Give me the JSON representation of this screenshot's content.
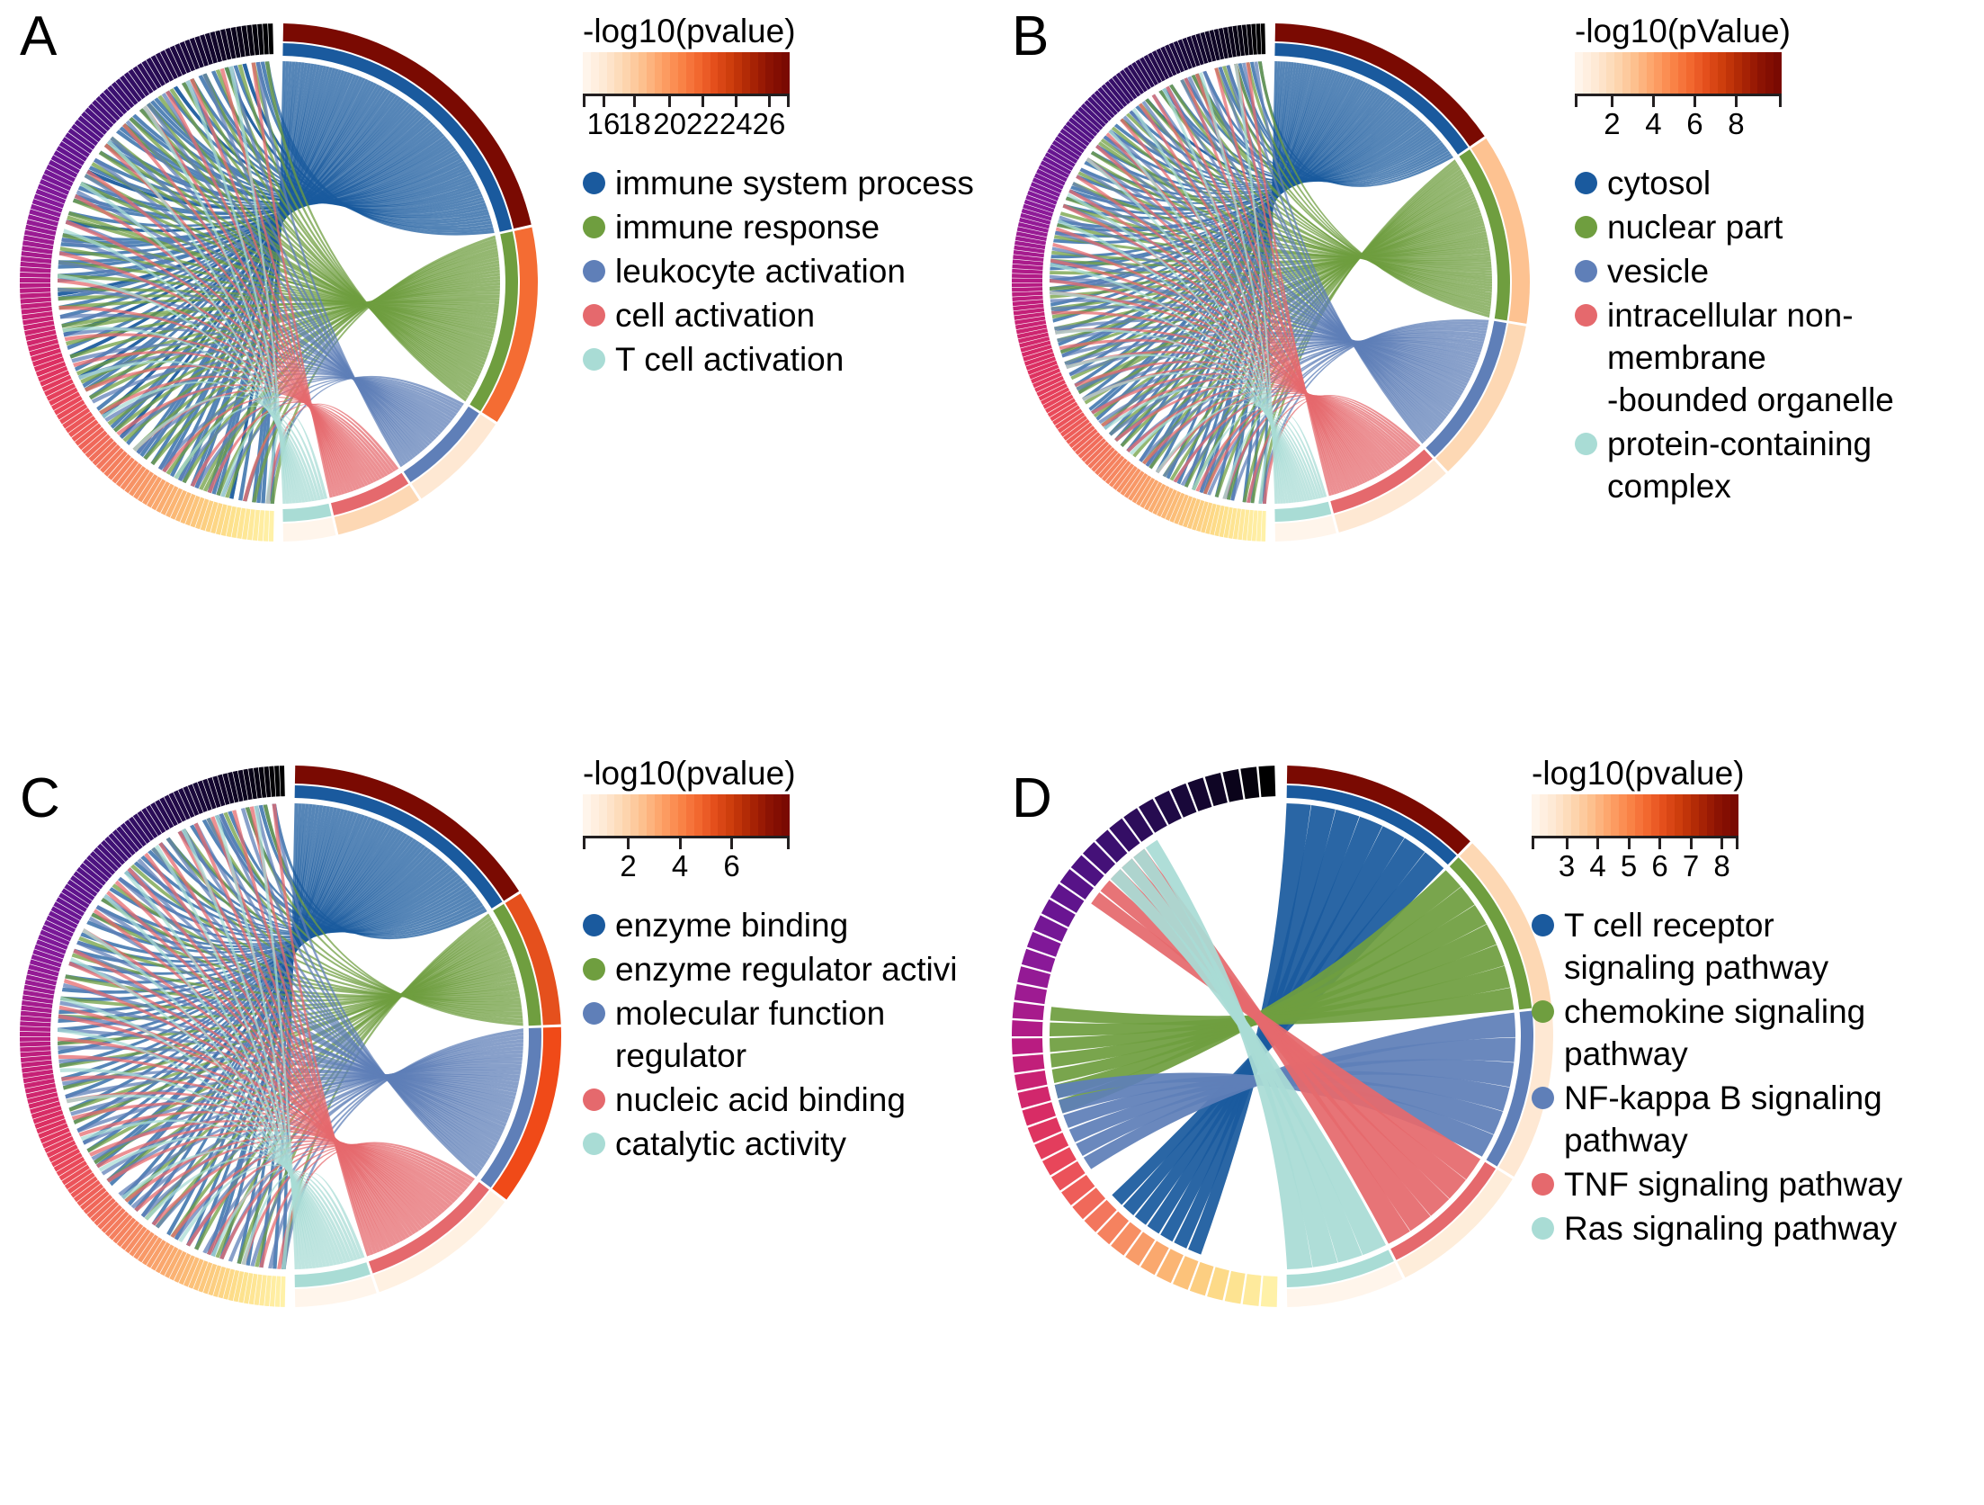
{
  "figure": {
    "type": "multi-panel-chord-diagram",
    "panel_count": 4,
    "background": "#ffffff"
  },
  "term_palette": {
    "c1": "#1a5a9e",
    "c2": "#6f9e3f",
    "c3": "#5f7fb8",
    "c4": "#e5696d",
    "c5": "#a9dcd5"
  },
  "heat_scale": [
    "#fff5eb",
    "#fee8d3",
    "#fdd8b4",
    "#fdc291",
    "#fda66d",
    "#fb8a4e",
    "#f46c33",
    "#e5501d",
    "#cc3c0c",
    "#ad2705",
    "#8f1403",
    "#7a0a02"
  ],
  "gene_ring_scale": [
    "#fff1a8",
    "#fde08b",
    "#fcc27a",
    "#f9a26b",
    "#f5825f",
    "#ef6359",
    "#e8465a",
    "#dc2f62",
    "#c92273",
    "#b51b84",
    "#9e1b92",
    "#85199a",
    "#6a1592",
    "#521385",
    "#3b1070",
    "#290c55",
    "#19083a",
    "#0c0420",
    "#000000"
  ],
  "panels": [
    {
      "id": "A",
      "letter": "A",
      "colorbar": {
        "title": "-log10(pvalue)",
        "ticks": [
          "16",
          "18",
          "20",
          "22",
          "24",
          "26"
        ],
        "tick_positions": [
          10,
          25,
          42,
          58,
          74,
          90
        ]
      },
      "legend_items": [
        {
          "label": "immune system process",
          "color": "#1a5a9e"
        },
        {
          "label": "immune response",
          "color": "#6f9e3f"
        },
        {
          "label": "leukocyte activation",
          "color": "#5f7fb8"
        },
        {
          "label": "cell activation",
          "color": "#e5696d"
        },
        {
          "label": "T cell activation",
          "color": "#a9dcd5"
        }
      ],
      "chord_data": {
        "type": "chord",
        "terms": [
          {
            "name": "immune system process",
            "color": "#1a5a9e",
            "span_deg": 78,
            "pvalue": 26.5,
            "heat": "#7a0a02"
          },
          {
            "name": "immune response",
            "color": "#6f9e3f",
            "span_deg": 46,
            "pvalue": 24.0,
            "heat": "#f46c33"
          },
          {
            "name": "leukocyte activation",
            "color": "#5f7fb8",
            "span_deg": 24,
            "pvalue": 18.0,
            "heat": "#fee8d3"
          },
          {
            "name": "cell activation",
            "color": "#e5696d",
            "span_deg": 20,
            "pvalue": 17.5,
            "heat": "#fdd8b4"
          },
          {
            "name": "T cell activation",
            "color": "#a9dcd5",
            "span_deg": 12,
            "pvalue": 16.0,
            "heat": "#fff5eb"
          }
        ],
        "gene_count": 150,
        "ribbon_density": "very-high"
      }
    },
    {
      "id": "B",
      "letter": "B",
      "colorbar": {
        "title": "-log10(pValue)",
        "ticks": [
          "2",
          "4",
          "6",
          "8"
        ],
        "tick_positions": [
          18,
          38,
          58,
          78
        ]
      },
      "legend_items": [
        {
          "label": "cytosol",
          "color": "#1a5a9e"
        },
        {
          "label": "nuclear part",
          "color": "#6f9e3f"
        },
        {
          "label": "vesicle",
          "color": "#5f7fb8"
        },
        {
          "label": "intracellular non-membrane\n-bounded organelle",
          "color": "#e5696d"
        },
        {
          "label": "protein-containing complex",
          "color": "#a9dcd5"
        }
      ],
      "chord_data": {
        "type": "chord",
        "terms": [
          {
            "name": "cytosol",
            "color": "#1a5a9e",
            "span_deg": 56,
            "pvalue": 8.6,
            "heat": "#7a0a02"
          },
          {
            "name": "nuclear part",
            "color": "#6f9e3f",
            "span_deg": 44,
            "pvalue": 3.0,
            "heat": "#fdc291"
          },
          {
            "name": "vesicle",
            "color": "#5f7fb8",
            "span_deg": 38,
            "pvalue": 2.6,
            "heat": "#fdd8b4"
          },
          {
            "name": "intracellular non-membrane-bounded organelle",
            "color": "#e5696d",
            "span_deg": 28,
            "pvalue": 2.2,
            "heat": "#fee8d3"
          },
          {
            "name": "protein-containing complex",
            "color": "#a9dcd5",
            "span_deg": 14,
            "pvalue": 1.8,
            "heat": "#fff5eb"
          }
        ],
        "gene_count": 170,
        "ribbon_density": "very-high"
      }
    },
    {
      "id": "C",
      "letter": "C",
      "colorbar": {
        "title": "-log10(pvalue)",
        "ticks": [
          "2",
          "4",
          "6"
        ],
        "tick_positions": [
          22,
          47,
          72
        ]
      },
      "legend_items": [
        {
          "label": "enzyme binding",
          "color": "#1a5a9e"
        },
        {
          "label": "enzyme regulator activi",
          "color": "#6f9e3f"
        },
        {
          "label": "molecular function\nregulator",
          "color": "#5f7fb8"
        },
        {
          "label": "nucleic acid binding",
          "color": "#e5696d"
        },
        {
          "label": "catalytic activity",
          "color": "#a9dcd5"
        }
      ],
      "chord_data": {
        "type": "chord",
        "terms": [
          {
            "name": "enzyme binding",
            "color": "#1a5a9e",
            "span_deg": 58,
            "pvalue": 7.2,
            "heat": "#7a0a02"
          },
          {
            "name": "enzyme regulator activity",
            "color": "#6f9e3f",
            "span_deg": 30,
            "pvalue": 5.0,
            "heat": "#e5501d"
          },
          {
            "name": "molecular function regulator",
            "color": "#5f7fb8",
            "span_deg": 40,
            "pvalue": 4.6,
            "heat": "#f04a18"
          },
          {
            "name": "nucleic acid binding",
            "color": "#e5696d",
            "span_deg": 34,
            "pvalue": 2.0,
            "heat": "#fff1e2"
          },
          {
            "name": "catalytic activity",
            "color": "#a9dcd5",
            "span_deg": 18,
            "pvalue": 1.6,
            "heat": "#fff5eb"
          }
        ],
        "gene_count": 160,
        "ribbon_density": "high"
      }
    },
    {
      "id": "D",
      "letter": "D",
      "colorbar": {
        "title": "-log10(pvalue)",
        "ticks": [
          "3",
          "4",
          "5",
          "6",
          "7",
          "8"
        ],
        "tick_positions": [
          17,
          32,
          47,
          62,
          77,
          92
        ]
      },
      "legend_items": [
        {
          "label": "T cell receptor\nsignaling pathway",
          "color": "#1a5a9e"
        },
        {
          "label": "chemokine signaling pathway",
          "color": "#6f9e3f"
        },
        {
          "label": "NF-kappa B signaling pathway",
          "color": "#5f7fb8"
        },
        {
          "label": "TNF signaling pathway",
          "color": "#e5696d"
        },
        {
          "label": "Ras signaling pathway",
          "color": "#a9dcd5"
        }
      ],
      "chord_data": {
        "type": "chord",
        "terms": [
          {
            "name": "T cell receptor signaling pathway",
            "color": "#1a5a9e",
            "span_deg": 44,
            "pvalue": 8.2,
            "heat": "#7a0a02"
          },
          {
            "name": "chemokine signaling pathway",
            "color": "#6f9e3f",
            "span_deg": 40,
            "pvalue": 3.0,
            "heat": "#fdd8b4"
          },
          {
            "name": "NF-kappa B signaling pathway",
            "color": "#5f7fb8",
            "span_deg": 38,
            "pvalue": 2.8,
            "heat": "#fee8d3"
          },
          {
            "name": "TNF signaling pathway",
            "color": "#e5696d",
            "span_deg": 32,
            "pvalue": 2.6,
            "heat": "#feedda"
          },
          {
            "name": "Ras signaling pathway",
            "color": "#a9dcd5",
            "span_deg": 26,
            "pvalue": 2.4,
            "heat": "#fff5eb"
          }
        ],
        "gene_count": 46,
        "ribbon_density": "low"
      }
    }
  ]
}
